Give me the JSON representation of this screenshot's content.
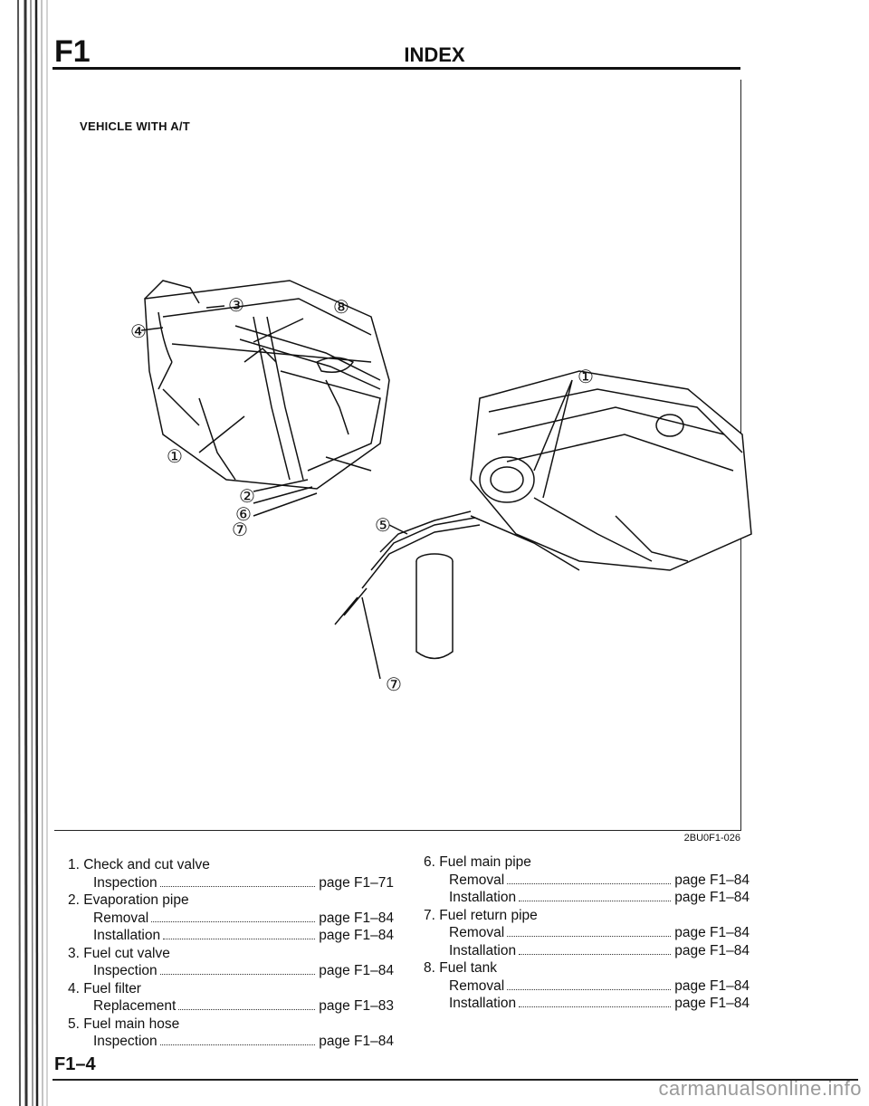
{
  "header": {
    "section_code": "F1",
    "title": "INDEX"
  },
  "figure": {
    "caption": "VEHICLE WITH A/T",
    "code": "2BU0F1-026",
    "callouts": [
      "①",
      "②",
      "③",
      "④",
      "⑤",
      "⑥",
      "⑦",
      "⑧"
    ]
  },
  "legend_left": [
    {
      "title": "1. Check and cut valve",
      "entries": [
        {
          "label": "Inspection",
          "page": "page F1–71"
        }
      ]
    },
    {
      "title": "2. Evaporation pipe",
      "entries": [
        {
          "label": "Removal",
          "page": "page F1–84"
        },
        {
          "label": "Installation",
          "page": "page F1–84"
        }
      ]
    },
    {
      "title": "3. Fuel cut valve",
      "entries": [
        {
          "label": "Inspection",
          "page": "page F1–84"
        }
      ]
    },
    {
      "title": "4. Fuel filter",
      "entries": [
        {
          "label": "Replacement",
          "page": "page F1–83"
        }
      ]
    },
    {
      "title": "5. Fuel main hose",
      "entries": [
        {
          "label": "Inspection",
          "page": "page F1–84"
        }
      ]
    }
  ],
  "legend_right": [
    {
      "title": "6. Fuel main pipe",
      "entries": [
        {
          "label": "Removal",
          "page": "page F1–84"
        },
        {
          "label": "Installation",
          "page": "page F1–84"
        }
      ]
    },
    {
      "title": "7. Fuel return pipe",
      "entries": [
        {
          "label": "Removal",
          "page": "page F1–84"
        },
        {
          "label": "Installation",
          "page": "page F1–84"
        }
      ]
    },
    {
      "title": "8. Fuel tank",
      "entries": [
        {
          "label": "Removal",
          "page": "page F1–84"
        },
        {
          "label": "Installation",
          "page": "page F1–84"
        }
      ]
    }
  ],
  "footer": {
    "page_number": "F1–4",
    "watermark": "carmanualsonline.info"
  }
}
